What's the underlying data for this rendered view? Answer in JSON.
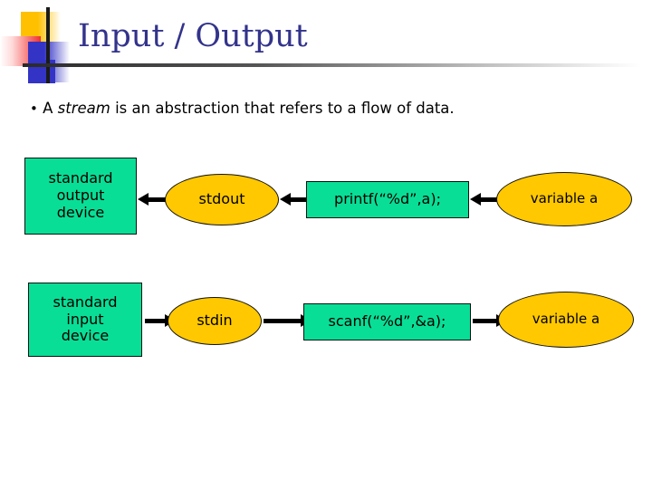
{
  "slide": {
    "title": "Input / Output",
    "bullet": {
      "marker": "•",
      "before": "A ",
      "emphasis": "stream",
      "after": " is an abstraction that refers to a flow of data."
    }
  },
  "colors": {
    "title_text": "#33338C",
    "rect_fill": "#09DE96",
    "ellipse_fill": "#FFC800",
    "stroke": "#111111",
    "motif_yellow": "#FFC000",
    "motif_red": "#F03030",
    "motif_blue": "#3333C6",
    "motif_line": "#1A1A1A"
  },
  "diagram": {
    "output_flow": {
      "device": "standard\noutput\ndevice",
      "device_lines": [
        "standard",
        "output",
        "device"
      ],
      "stream": "stdout",
      "call": "printf(“%d”,a);",
      "variable": "variable a",
      "direction": "right-to-left"
    },
    "input_flow": {
      "device": "standard\ninput\ndevice",
      "device_lines": [
        "standard",
        "input",
        "device"
      ],
      "stream": "stdin",
      "call": "scanf(“%d”,&a);",
      "variable": "variable a",
      "direction": "left-to-right"
    }
  }
}
